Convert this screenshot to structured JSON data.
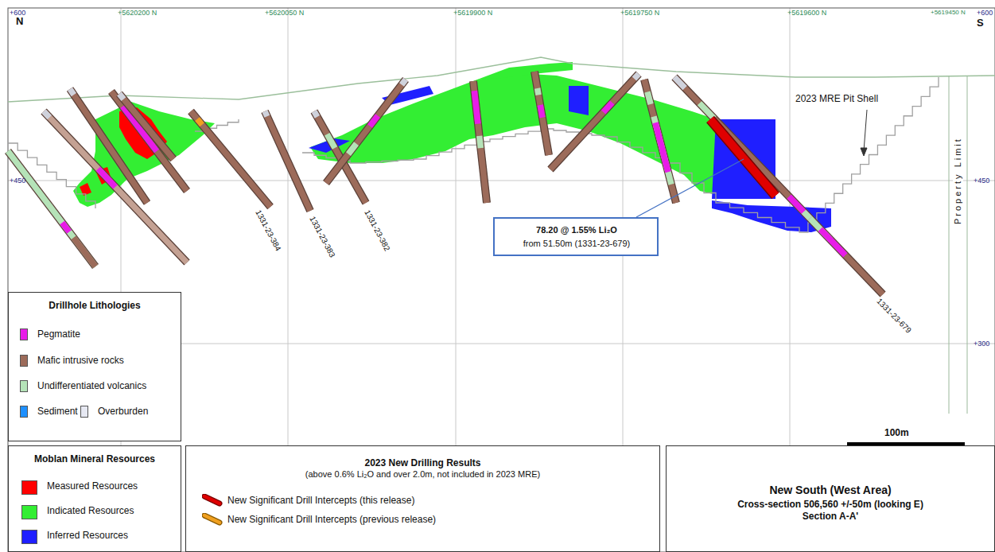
{
  "diagram": {
    "nodes": [
      {
        "text": [
          "Drillhole Lithologies"
        ]
      },
      {
        "text": [
          "Moblan Mineral Resources"
        ]
      },
      {
        "text": [
          "2023 New Drilling Results",
          "(above 0.6% Li₂O and over 2.0m, not included in 2023 MRE)"
        ]
      },
      {
        "text": [
          "New South (West Area)",
          "Cross-section 506,560 +/-50m (looking E)",
          "Section A-A'"
        ]
      },
      {
        "text": [
          "78.20 @ 1.55% Li₂O",
          "from 51.50m  (1331-23-679)"
        ]
      }
    ],
    "labels": [
      "+600",
      "N",
      "+5620200 N",
      "+5620050 N",
      "+5619900 N",
      "+5619750 N",
      "+5619600 N",
      "+5619450 N",
      "+600",
      "S",
      "+450",
      "+450",
      "+300",
      "2023 MRE Pit Shell",
      "Property Limit",
      "1331-23-384",
      "1331-23-383",
      "1331-23-382",
      "1331-23-679",
      "100m",
      "+5620050 N",
      "+5619900 N",
      "+5619750 N",
      "+561"
    ],
    "legend": [
      {
        "text": "Pegmatite",
        "color": "#e81ce8"
      },
      {
        "text": "Mafic intrusive rocks",
        "color": "#9c6b5a"
      },
      {
        "text": "Undifferentiated volcanics",
        "color": "#b5e3b8"
      },
      {
        "text": "Sediment",
        "color": "#1e90ff"
      },
      {
        "text": "Overburden",
        "color": "#e6e8f2"
      },
      {
        "text": "Measured Resources",
        "color": "#ff0000"
      },
      {
        "text": "Indicated Resources",
        "color": "#33ee33"
      },
      {
        "text": "Inferred Resources",
        "color": "#1f1fff"
      },
      {
        "text": "New Significant Drill Intercepts (this release)"
      },
      {
        "text": "New Significant Drill Intercepts (previous release)"
      }
    ]
  }
}
